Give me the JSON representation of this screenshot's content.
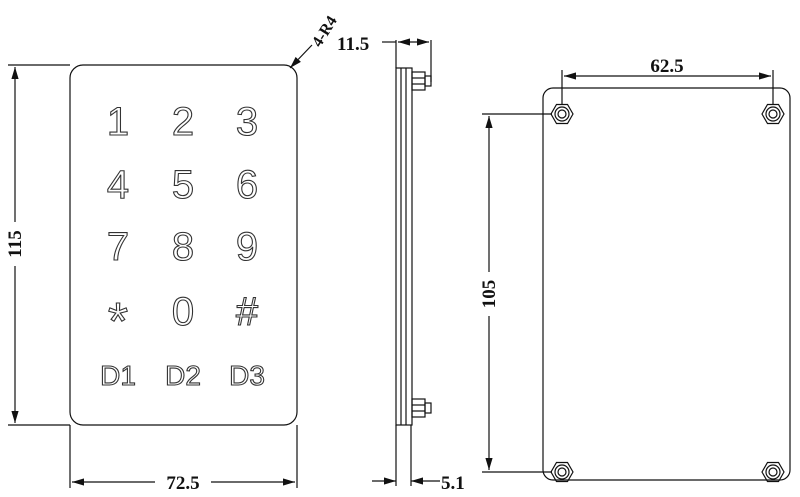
{
  "keypad": {
    "rows": [
      [
        "1",
        "2",
        "3"
      ],
      [
        "4",
        "5",
        "6"
      ],
      [
        "7",
        "8",
        "9"
      ],
      [
        "*",
        "0",
        "#"
      ],
      [
        "D1",
        "D2",
        "D3"
      ]
    ]
  },
  "dimensions": {
    "height": "115",
    "width": "72.5",
    "corner_radius": "4-R4",
    "depth_total": "11.5",
    "plate_thickness": "5.1",
    "hole_spacing_horizontal": "62.5",
    "hole_spacing_vertical": "105"
  }
}
